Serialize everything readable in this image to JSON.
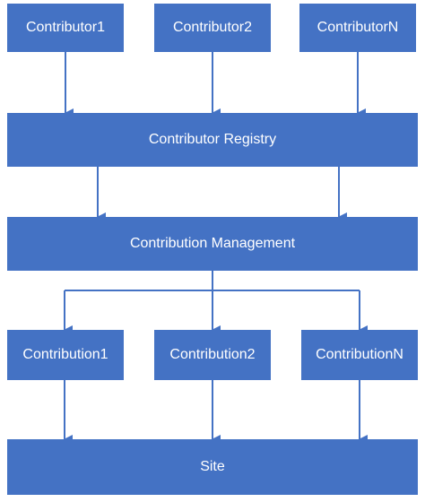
{
  "contributors": [
    "Contributor1",
    "Contributor2",
    "ContributorN"
  ],
  "registry_label": "Contributor Registry",
  "management_label": "Contribution Management",
  "contributions": [
    "Contribution1",
    "Contribution2",
    "ContributionN"
  ],
  "site_label": "Site",
  "colors": {
    "box_fill": "#4472c4",
    "box_text": "#ffffff",
    "connector": "#4472c4"
  }
}
